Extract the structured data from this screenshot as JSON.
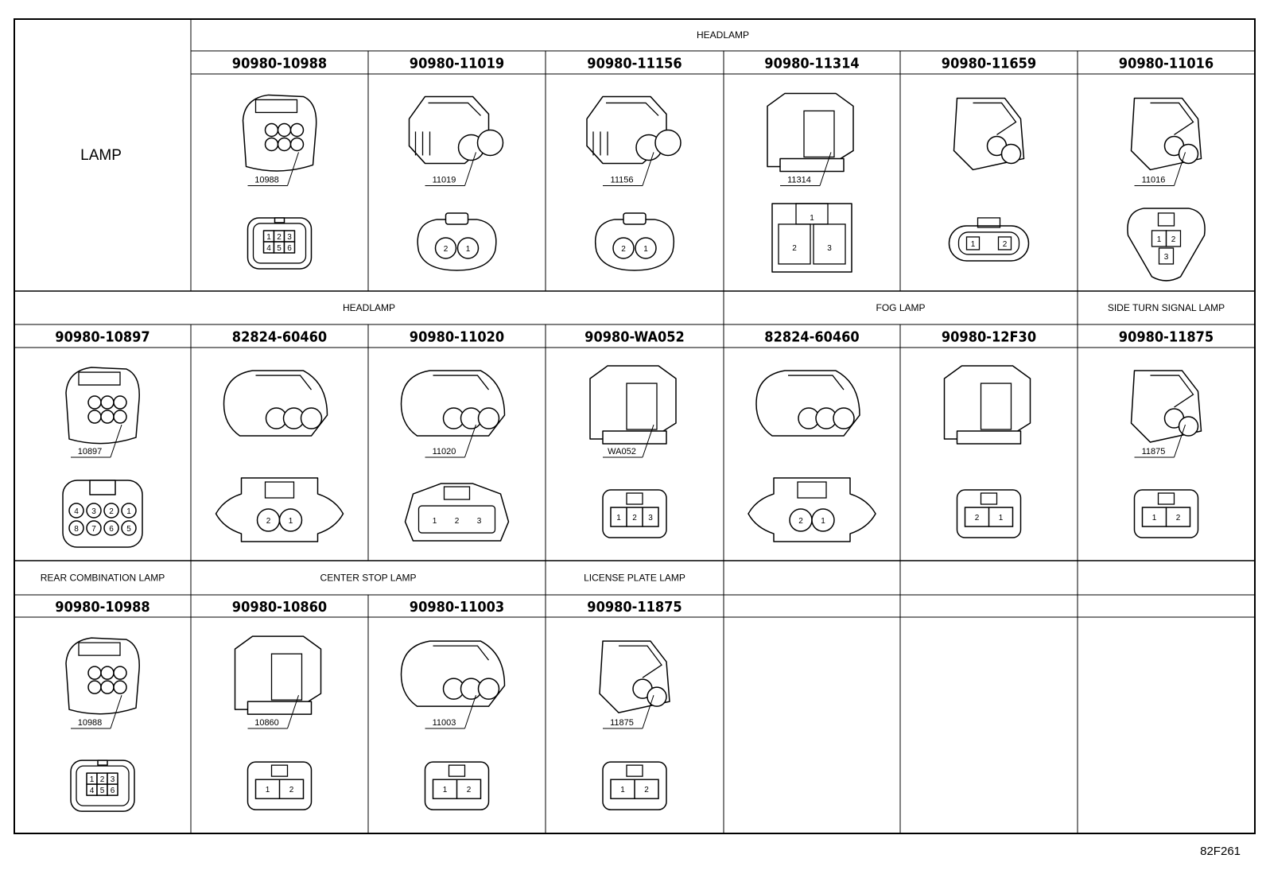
{
  "corner_label": "LAMP",
  "figure_code": "82F261",
  "rows": [
    {
      "groups": [
        {
          "label": "HEADLAMP",
          "span": [
            1,
            7
          ]
        }
      ],
      "cells": [
        {
          "col": 1,
          "part": "90980-10988",
          "ref": "10988",
          "pins": [
            "1",
            "2",
            "3",
            "4",
            "5",
            "6"
          ]
        },
        {
          "col": 2,
          "part": "90980-11019",
          "ref": "11019",
          "pins": [
            "2",
            "1"
          ]
        },
        {
          "col": 3,
          "part": "90980-11156",
          "ref": "11156",
          "pins": [
            "2",
            "1"
          ]
        },
        {
          "col": 4,
          "part": "90980-11314",
          "ref": "11314",
          "pins": [
            "1",
            "2",
            "3"
          ]
        },
        {
          "col": 5,
          "part": "90980-11659",
          "ref": "",
          "pins": [
            "1",
            "2"
          ]
        },
        {
          "col": 6,
          "part": "90980-11016",
          "ref": "11016",
          "pins": [
            "1",
            "2",
            "3"
          ]
        }
      ]
    },
    {
      "groups": [
        {
          "label": "HEADLAMP",
          "span": [
            0,
            4
          ]
        },
        {
          "label": "FOG LAMP",
          "span": [
            4,
            6
          ]
        },
        {
          "label": "SIDE TURN SIGNAL LAMP",
          "span": [
            6,
            7
          ]
        }
      ],
      "cells": [
        {
          "col": 0,
          "part": "90980-10897",
          "ref": "10897",
          "pins": [
            "4",
            "3",
            "2",
            "1",
            "8",
            "7",
            "6",
            "5"
          ]
        },
        {
          "col": 1,
          "part": "82824-60460",
          "ref": "",
          "pins": [
            "2",
            "1"
          ]
        },
        {
          "col": 2,
          "part": "90980-11020",
          "ref": "11020",
          "pins": [
            "1",
            "2",
            "3"
          ]
        },
        {
          "col": 3,
          "part": "90980-WA052",
          "ref": "WA052",
          "pins": [
            "1",
            "2",
            "3"
          ]
        },
        {
          "col": 4,
          "part": "82824-60460",
          "ref": "",
          "pins": [
            "2",
            "1"
          ]
        },
        {
          "col": 5,
          "part": "90980-12F30",
          "ref": "",
          "pins": [
            "2",
            "1"
          ]
        },
        {
          "col": 6,
          "part": "90980-11875",
          "ref": "11875",
          "pins": [
            "1",
            "2"
          ]
        }
      ]
    },
    {
      "groups": [
        {
          "label": "REAR COMBINATION LAMP",
          "span": [
            0,
            1
          ]
        },
        {
          "label": "CENTER STOP LAMP",
          "span": [
            1,
            3
          ]
        },
        {
          "label": "LICENSE PLATE LAMP",
          "span": [
            3,
            4
          ]
        },
        {
          "label": "",
          "span": [
            4,
            5
          ]
        },
        {
          "label": "",
          "span": [
            5,
            6
          ]
        },
        {
          "label": "",
          "span": [
            6,
            7
          ]
        }
      ],
      "cells": [
        {
          "col": 0,
          "part": "90980-10988",
          "ref": "10988",
          "pins": [
            "1",
            "2",
            "3",
            "4",
            "5",
            "6"
          ]
        },
        {
          "col": 1,
          "part": "90980-10860",
          "ref": "10860",
          "pins": [
            "1",
            "2"
          ]
        },
        {
          "col": 2,
          "part": "90980-11003",
          "ref": "11003",
          "pins": [
            "1",
            "2"
          ]
        },
        {
          "col": 3,
          "part": "90980-11875",
          "ref": "11875",
          "pins": [
            "1",
            "2"
          ]
        }
      ]
    }
  ]
}
